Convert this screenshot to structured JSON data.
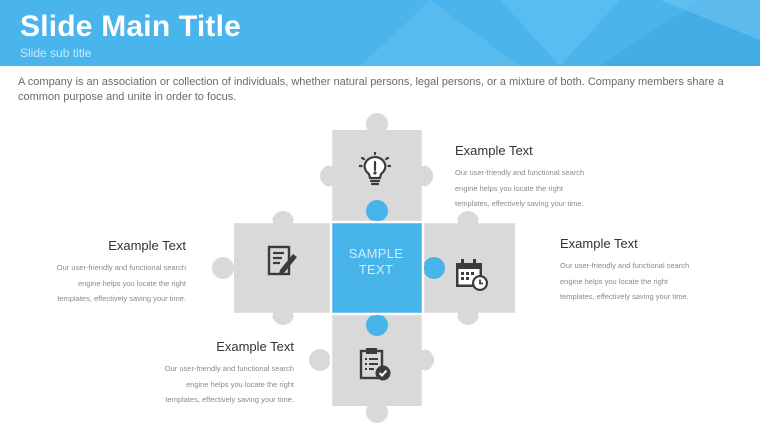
{
  "header": {
    "title": "Slide Main Title",
    "subtitle": "Slide sub title"
  },
  "intro": "A company is an association or collection of individuals, whether natural persons, legal persons, or a mixture of both. Company members share a common purpose and unite in order to focus.",
  "center_label": {
    "line1": "SAMPLE",
    "line2": "TEXT"
  },
  "colors": {
    "accent": "#4ab4ec",
    "piece_gray": "#d9d9d9",
    "piece_blue": "#47b4ea",
    "icon": "#3c3c3c"
  },
  "blocks": {
    "top": {
      "title": "Example Text",
      "line1": "Our user-friendly and functional search",
      "line2": "engine helps you locate the right",
      "line3": "templates, effectively saving your time."
    },
    "left": {
      "title": "Example Text",
      "line1": "Our user-friendly and functional search",
      "line2": "engine helps you locate the right",
      "line3": "templates, effectively saving your time."
    },
    "right": {
      "title": "Example Text",
      "line1": "Our user-friendly and functional search",
      "line2": "engine helps you locate the right",
      "line3": "templates, effectively saving your time."
    },
    "bottom": {
      "title": "Example Text",
      "line1": "Our user-friendly and functional search",
      "line2": "engine helps you locate the right",
      "line3": "templates, effectively saving your time."
    }
  },
  "icons": {
    "top": "lightbulb-icon",
    "left": "document-edit-icon",
    "right": "calendar-clock-icon",
    "bottom": "clipboard-check-icon"
  }
}
